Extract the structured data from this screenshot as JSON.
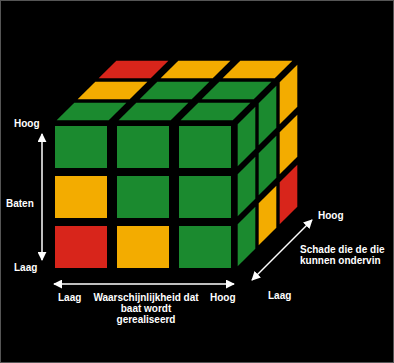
{
  "diagram": {
    "labels": [
      "Hoog",
      "Baten",
      "Laag",
      "Laag",
      "Waarschijnlijkheid dat baat wordt gerealiseerd",
      "Hoog",
      "Hoog",
      "Schade die de die kunnen ondervin",
      "Laag"
    ]
  }
}
